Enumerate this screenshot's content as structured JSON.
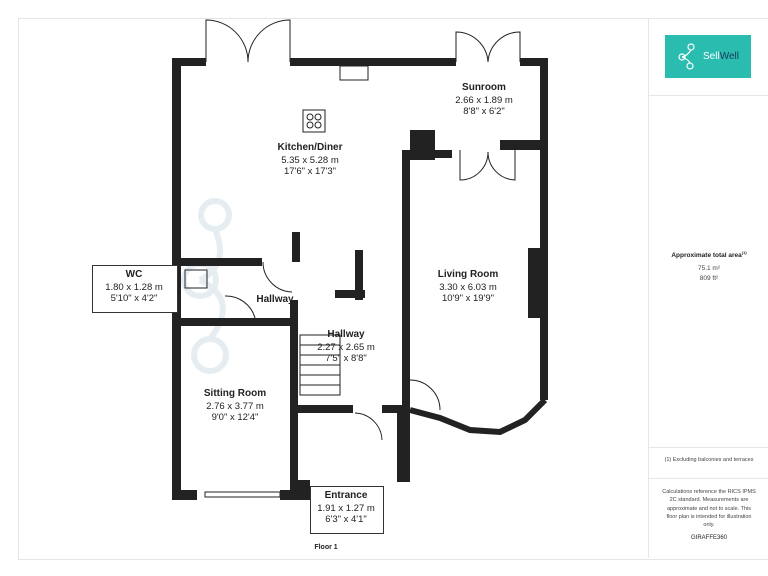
{
  "logo": {
    "brand_a": "Sell",
    "brand_b": "Well"
  },
  "watermark": "SellWell",
  "rooms": [
    {
      "name": "Kitchen/Diner",
      "metric": "5.35 x 5.28 m",
      "imperial": "17'6\" x 17'3\""
    },
    {
      "name": "Sunroom",
      "metric": "2.66 x 1.89 m",
      "imperial": "8'8\" x 6'2\""
    },
    {
      "name": "Living Room",
      "metric": "3.30 x 6.03 m",
      "imperial": "10'9\" x 19'9\""
    },
    {
      "name": "WC",
      "metric": "1.80 x 1.28 m",
      "imperial": "5'10\" x 4'2\""
    },
    {
      "name": "Hallway"
    },
    {
      "name": "Hallway",
      "metric": "2.27 x 2.65 m",
      "imperial": "7'5\" x 8'8\""
    },
    {
      "name": "Sitting Room",
      "metric": "2.76 x 3.77 m",
      "imperial": "9'0\" x 12'4\""
    },
    {
      "name": "Entrance",
      "metric": "1.91 x 1.27 m",
      "imperial": "6'3\" x 4'1\""
    }
  ],
  "floor_label": "Floor 1",
  "area": {
    "title": "Approximate total area",
    "sup": "(1)",
    "metric": "75.1 m²",
    "imperial": "809 ft²"
  },
  "footnote": "(1) Excluding balconies and terraces",
  "disclaimer": "Calculations reference the RICS IPMS 2C standard. Measurements are approximate and not to scale. This floor plan is intended for illustration only.",
  "credit": "GIRAFFE360"
}
